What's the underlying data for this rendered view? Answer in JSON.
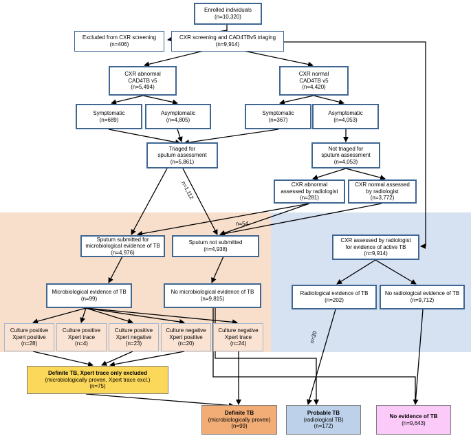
{
  "nodes": {
    "enrolled": {
      "l1": "Enrolled individuals",
      "l2": "(n=10,320)"
    },
    "excluded": {
      "l1": "Excluded from CXR screening",
      "l2": "(n=406)"
    },
    "cxr_screening": {
      "l1": "CXR screening and CAD4TBv5 triaging",
      "l2": "(n=9,914)"
    },
    "cxr_abnormal": {
      "l1": "CXR abnormal",
      "l2": "CAD4TB v5",
      "l3": "(n=5,494)"
    },
    "cxr_normal": {
      "l1": "CXR normal",
      "l2": "CAD4TB v5",
      "l3": "(n=4,420)"
    },
    "ab_symptomatic": {
      "l1": "Symptomatic",
      "l2": "(n=689)"
    },
    "ab_asymptomatic": {
      "l1": "Asymptomatic",
      "l2": "(n=4,805)"
    },
    "nm_symptomatic": {
      "l1": "Symptomatic",
      "l2": "(n=367)"
    },
    "nm_asymptomatic": {
      "l1": "Asymptomatic",
      "l2": "(n=4,053)"
    },
    "triaged": {
      "l1": "Triaged for",
      "l2": "sputum assessment",
      "l3": "(n=5,861)"
    },
    "not_triaged": {
      "l1": "Not triaged for",
      "l2": "sputum assessment",
      "l3": "(n=4,053)"
    },
    "rad_abnormal": {
      "l1": "CXR abnormal",
      "l2": "assessed by radiologist",
      "l3": "(n=281)"
    },
    "rad_normal": {
      "l1": "CXR normal assessed",
      "l2": "by radiologist",
      "l3": "(n=3,772)"
    },
    "sputum_submitted": {
      "l1": "Sputum submitted for",
      "l2": "microbiological evidence of TB",
      "l3": "(n=4,976)"
    },
    "sputum_not": {
      "l1": "Sputum not submitted",
      "l2": "(n=4,938)"
    },
    "cxr_rad_active": {
      "l1": "CXR assessed by radiologist",
      "l2": "for evidence of active TB",
      "l3": "(n=9,914)"
    },
    "micro_evidence": {
      "l1": "Microbiological evidence of TB",
      "l2": "(n=99)"
    },
    "no_micro_evidence": {
      "l1": "No microbiological evidence of TB",
      "l2": "(n=9,815)"
    },
    "rad_evidence": {
      "l1": "Radiological evidence of TB",
      "l2": "(n=202)"
    },
    "no_rad_evidence": {
      "l1": "No radiological evidence of TB",
      "l2": "(n=9,712)"
    },
    "cp_xp": {
      "l1": "Culture positive",
      "l2": "Xpert positive",
      "l3": "(n=28)"
    },
    "cp_xt": {
      "l1": "Culture positive",
      "l2": "Xpert trace",
      "l3": "(n=4)"
    },
    "cp_xn": {
      "l1": "Culture positive",
      "l2": "Xpert negative",
      "l3": "(n=23)"
    },
    "cn_xp": {
      "l1": "Culture negative",
      "l2": "Xpert positive",
      "l3": "(n=20)"
    },
    "cn_xt": {
      "l1": "Culture negative",
      "l2": "Xpert trace",
      "l3": "(n=24)"
    },
    "definite_excl": {
      "l1": "Definite TB, Xpert trace only excluded",
      "l2": "(microbiologically proven, Xpert trace excl.)",
      "l3": "(n=75)"
    },
    "definite": {
      "l1": "Definite TB",
      "l2": "(microbiologically proven)",
      "l3": "(n=99)"
    },
    "probable": {
      "l1": "Probable TB",
      "l2": "(radiological TB)",
      "l3": "(n=172)"
    },
    "no_evidence": {
      "l1": "No evidence of TB",
      "l2": "(n=9,643)"
    }
  },
  "edge_labels": {
    "n1112": "n=1,112",
    "n54": "n=54",
    "n30": "n=30"
  },
  "colors": {
    "box_border": "#3f6693",
    "peach_region": "#f8dfcc",
    "blue_region": "#d6e1f2",
    "definite_excl_fill": "#fcd85a",
    "definite_fill": "#f2ad77",
    "probable_fill": "#bdd2ea",
    "no_evidence_fill": "#fbcaf9"
  }
}
